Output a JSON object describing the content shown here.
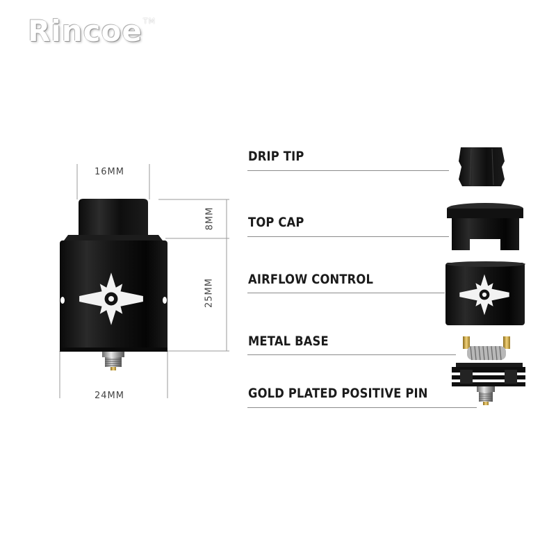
{
  "brand": {
    "name": "Rincoe",
    "trademark": "TM"
  },
  "dimensions": {
    "tip_width": "16MM",
    "tip_height": "8MM",
    "body_height": "25MM",
    "body_width": "24MM"
  },
  "parts": [
    "DRIP TIP",
    "TOP CAP",
    "AIRFLOW CONTROL",
    "METAL BASE",
    "GOLD PLATED POSITIVE PIN"
  ],
  "colors": {
    "background": "#ffffff",
    "body": "#111111",
    "label": "#1b1b1b",
    "rule": "#8a8a8a",
    "gold": "#e0b84a"
  }
}
